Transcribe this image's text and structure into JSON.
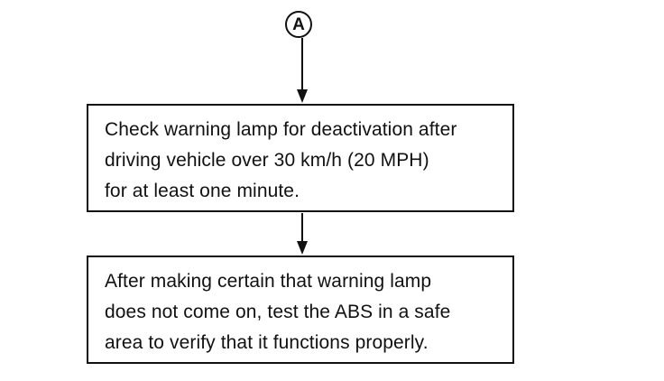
{
  "connector": {
    "label": "A"
  },
  "steps": [
    {
      "lines": [
        "Check warning lamp for deactivation after",
        "driving vehicle over 30 km/h (20 MPH)",
        "for at least one minute."
      ]
    },
    {
      "lines": [
        "After making certain that warning lamp",
        "does not come on, test the ABS in a safe",
        "area to verify that it functions properly."
      ]
    }
  ]
}
